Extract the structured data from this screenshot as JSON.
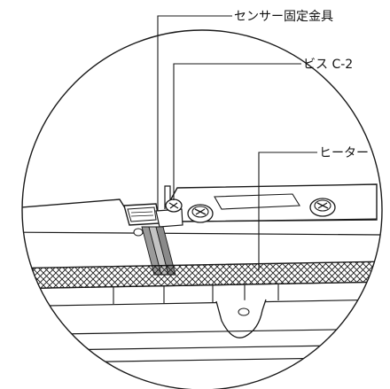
{
  "callouts": {
    "sensor_bracket": "センサー固定金具",
    "screw": "ビス C-2",
    "heater": "ヒーター"
  },
  "colors": {
    "line": "#1a1a1a",
    "background": "#ffffff",
    "cable": "#9a9a9a"
  }
}
